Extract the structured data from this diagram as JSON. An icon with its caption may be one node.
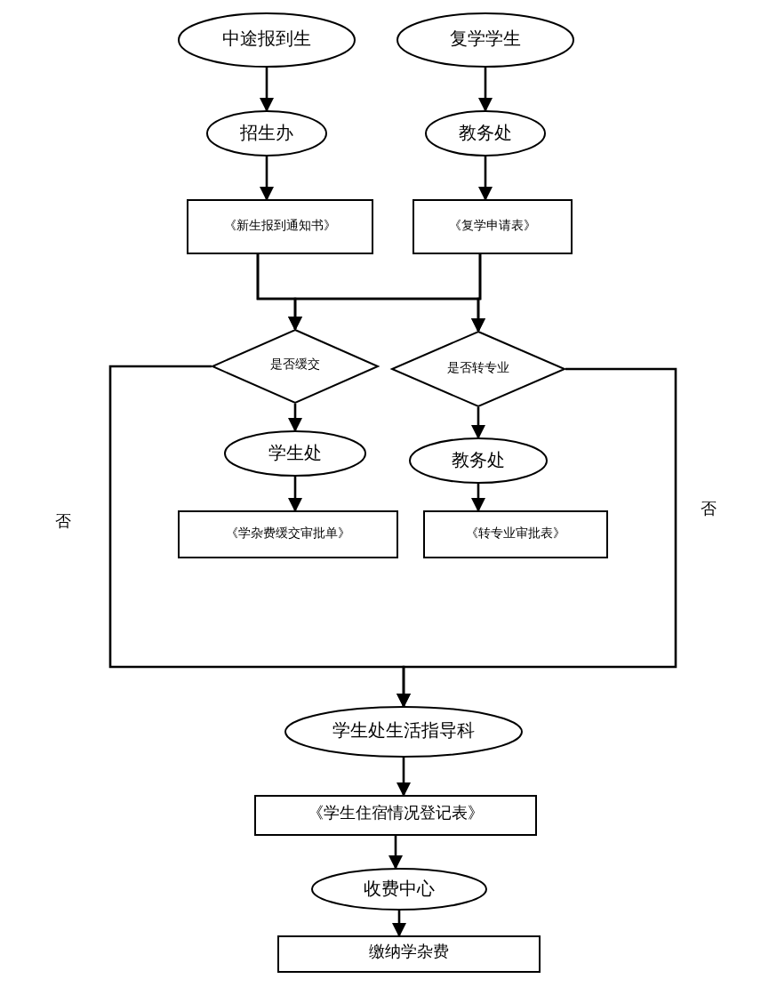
{
  "diagram": {
    "nodes": [
      {
        "text": [
          "中途报到生"
        ]
      },
      {
        "text": [
          "复学学生"
        ]
      },
      {
        "text": [
          "招生办"
        ]
      },
      {
        "text": [
          "教务处"
        ]
      },
      {
        "text": [
          "《新生报到通知书》"
        ]
      },
      {
        "text": [
          "《复学申请表》"
        ]
      },
      {
        "text": [
          "是否缓交"
        ]
      },
      {
        "text": [
          "是否转专业"
        ]
      },
      {
        "text": [
          "学生处"
        ]
      },
      {
        "text": [
          "教务处"
        ]
      },
      {
        "text": [
          "《学杂费缓交审批单》"
        ]
      },
      {
        "text": [
          "《转专业审批表》"
        ]
      },
      {
        "text": [
          "学生处生活指导科"
        ]
      },
      {
        "text": [
          "《学生住宿情况登记表》"
        ]
      },
      {
        "text": [
          "收费中心"
        ]
      },
      {
        "text": [
          "缴纳学杂费"
        ]
      }
    ],
    "edges": [
      {
        "from": 0,
        "to": 2,
        "arrow": "to"
      },
      {
        "from": 1,
        "to": 3,
        "arrow": "to"
      },
      {
        "from": 2,
        "to": 4,
        "arrow": "to"
      },
      {
        "from": 3,
        "to": 5,
        "arrow": "to"
      },
      {
        "from": 4,
        "to": 6,
        "arrow": "to"
      },
      {
        "from": 4,
        "to": 7,
        "arrow": "to"
      },
      {
        "from": 5,
        "to": 6,
        "arrow": "to"
      },
      {
        "from": 5,
        "to": 7,
        "arrow": "to"
      },
      {
        "from": 6,
        "to": 8,
        "arrow": "to"
      },
      {
        "from": 7,
        "to": 9,
        "arrow": "to"
      },
      {
        "from": 8,
        "to": 10,
        "arrow": "to"
      },
      {
        "from": 9,
        "to": 11,
        "arrow": "to"
      },
      {
        "from": 6,
        "to": 12,
        "arrow": "to",
        "label": "否"
      },
      {
        "from": 7,
        "to": 12,
        "arrow": "to",
        "label": "否"
      },
      {
        "from": 12,
        "to": 13,
        "arrow": "to"
      },
      {
        "from": 13,
        "to": 14,
        "arrow": "to"
      },
      {
        "from": 14,
        "to": 15,
        "arrow": "to"
      }
    ]
  }
}
